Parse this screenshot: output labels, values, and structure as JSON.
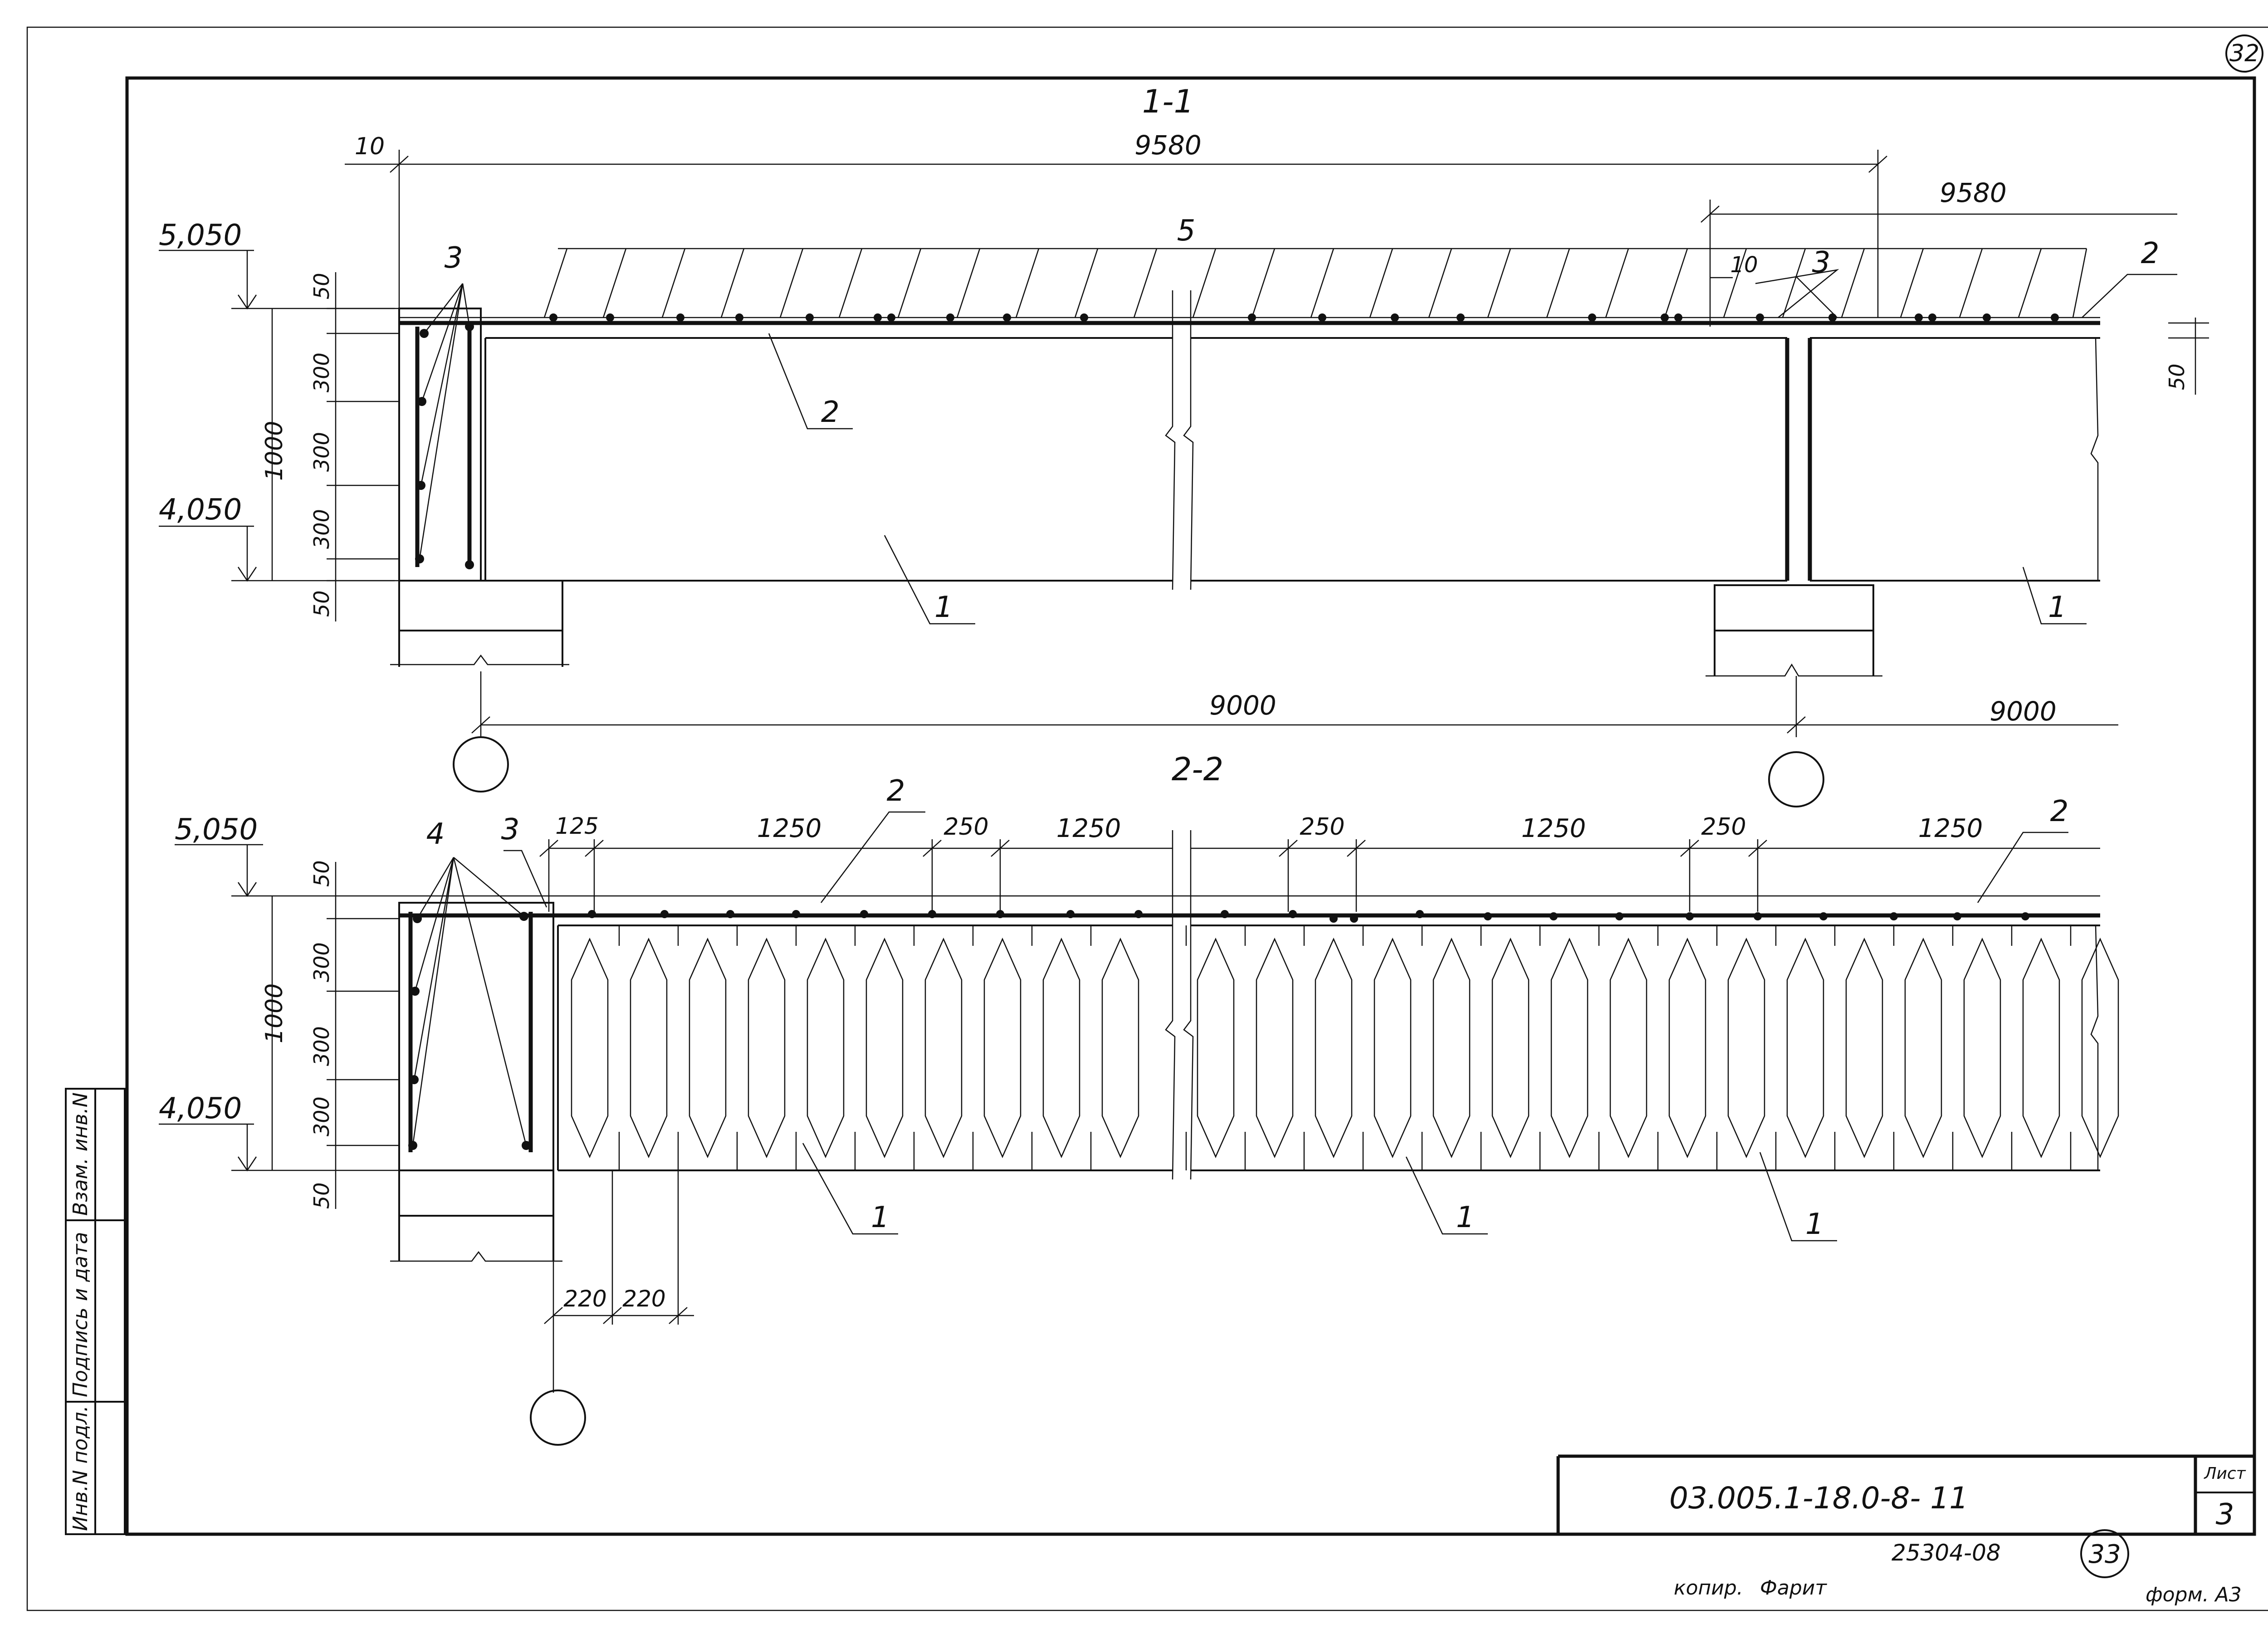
{
  "sheet_number_top": "32",
  "sheet_number_bottom": "33",
  "section_1": {
    "title": "1-1",
    "dims_top": [
      "10",
      "9580",
      "9580",
      "10"
    ],
    "elev_top": "5,050",
    "elev_bottom": "4,050",
    "dims_vertical": [
      "50",
      "300",
      "300",
      "300",
      "50",
      "1000",
      "50"
    ],
    "callouts": [
      "3",
      "5",
      "2",
      "3",
      "2",
      "1",
      "1"
    ],
    "axis_dims": [
      "9000",
      "9000"
    ]
  },
  "section_2": {
    "title": "2-2",
    "dims_top": [
      "125",
      "1250",
      "250",
      "1250",
      "250",
      "1250",
      "250",
      "1250"
    ],
    "elev_top": "5,050",
    "elev_bottom": "4,050",
    "dims_vertical": [
      "50",
      "300",
      "300",
      "300",
      "50",
      "1000"
    ],
    "callouts": [
      "4",
      "3",
      "2",
      "2",
      "1",
      "1",
      "1"
    ],
    "dims_bottom": [
      "220",
      "220"
    ]
  },
  "side_stamp": [
    "Инв.N подл.",
    "Подпись и дата",
    "Взам. инв.N"
  ],
  "title_block": {
    "code": "03.005.1-18.0-8- 11",
    "sheet_label": "Лист",
    "sheet_value": "3"
  },
  "footer": {
    "number": "25304-08",
    "copy_label": "копир.",
    "copy_sign": "Фарит",
    "format": "форм. А3"
  }
}
